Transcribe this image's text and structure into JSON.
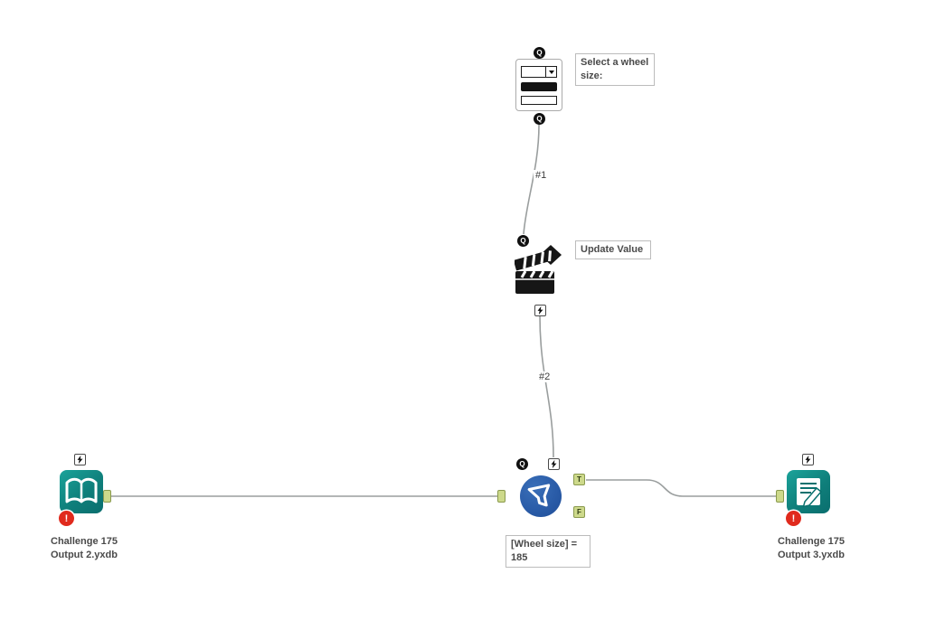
{
  "colors": {
    "tool_teal": "#0f7f7b",
    "filter_blue": "#2a5ca8",
    "anchor_green": "#cdd98b",
    "anchor_border": "#8a9a4e",
    "error_red": "#e02a1d",
    "wire_gray": "#9a9e9e",
    "annotation_text": "#4a4a4a"
  },
  "anchors": {
    "q": "Q",
    "t": "T",
    "f": "F"
  },
  "badges": {
    "error": "!"
  },
  "wires": {
    "label_1": "#1",
    "label_2": "#2"
  },
  "tools": {
    "dropdown": {
      "annotation": "Select a wheel size:"
    },
    "action": {
      "annotation": "Update Value"
    },
    "input": {
      "caption_line1": "Challenge 175",
      "caption_line2": "Output 2.yxdb"
    },
    "filter": {
      "caption_line1": "[Wheel size] =",
      "caption_line2": "185"
    },
    "output": {
      "caption_line1": "Challenge 175",
      "caption_line2": "Output 3.yxdb"
    }
  }
}
